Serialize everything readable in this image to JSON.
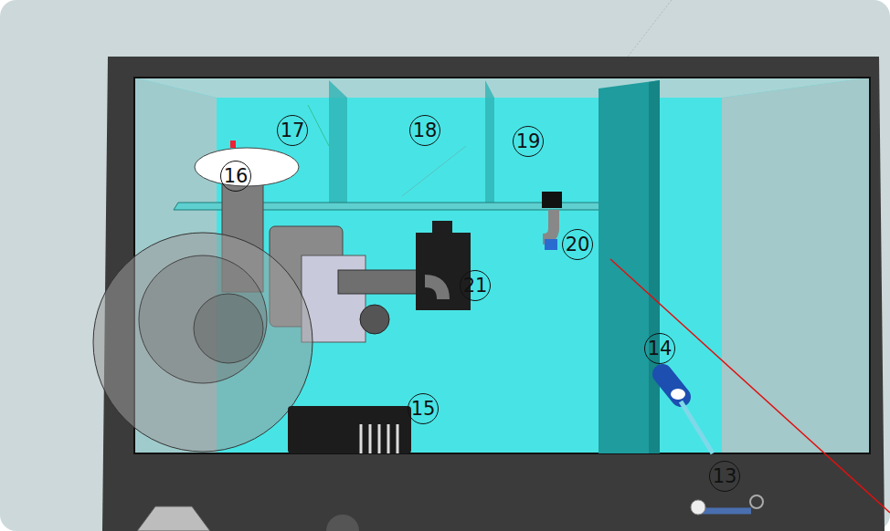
{
  "diagram": {
    "labels": [
      "17",
      "16",
      "18",
      "19",
      "20",
      "21",
      "14",
      "15",
      "13"
    ]
  }
}
